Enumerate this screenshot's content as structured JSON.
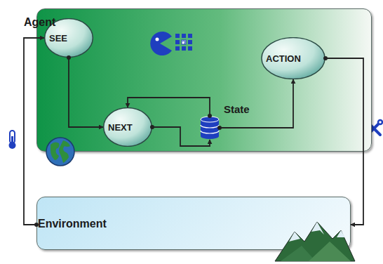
{
  "diagram": {
    "nodes": [
      {
        "text": [
          "Agent"
        ]
      },
      {
        "text": [
          "SEE"
        ],
        "in": 0
      },
      {
        "text": [
          "NEXT"
        ],
        "in": 0
      },
      {
        "text": [
          "State"
        ],
        "in": 0
      },
      {
        "text": [
          "ACTION"
        ],
        "in": 0
      },
      {
        "text": [
          "Environment"
        ]
      }
    ],
    "edges": [
      {
        "from": 1,
        "to": 2,
        "arrow": "to"
      },
      {
        "from": 2,
        "to": 3,
        "arrow": "to"
      },
      {
        "from": 3,
        "to": 2,
        "arrow": "to"
      },
      {
        "from": 3,
        "to": 4,
        "arrow": "to"
      },
      {
        "from": 4,
        "to": 5,
        "arrow": "to"
      },
      {
        "from": 5,
        "to": 1,
        "arrow": "to"
      }
    ]
  }
}
